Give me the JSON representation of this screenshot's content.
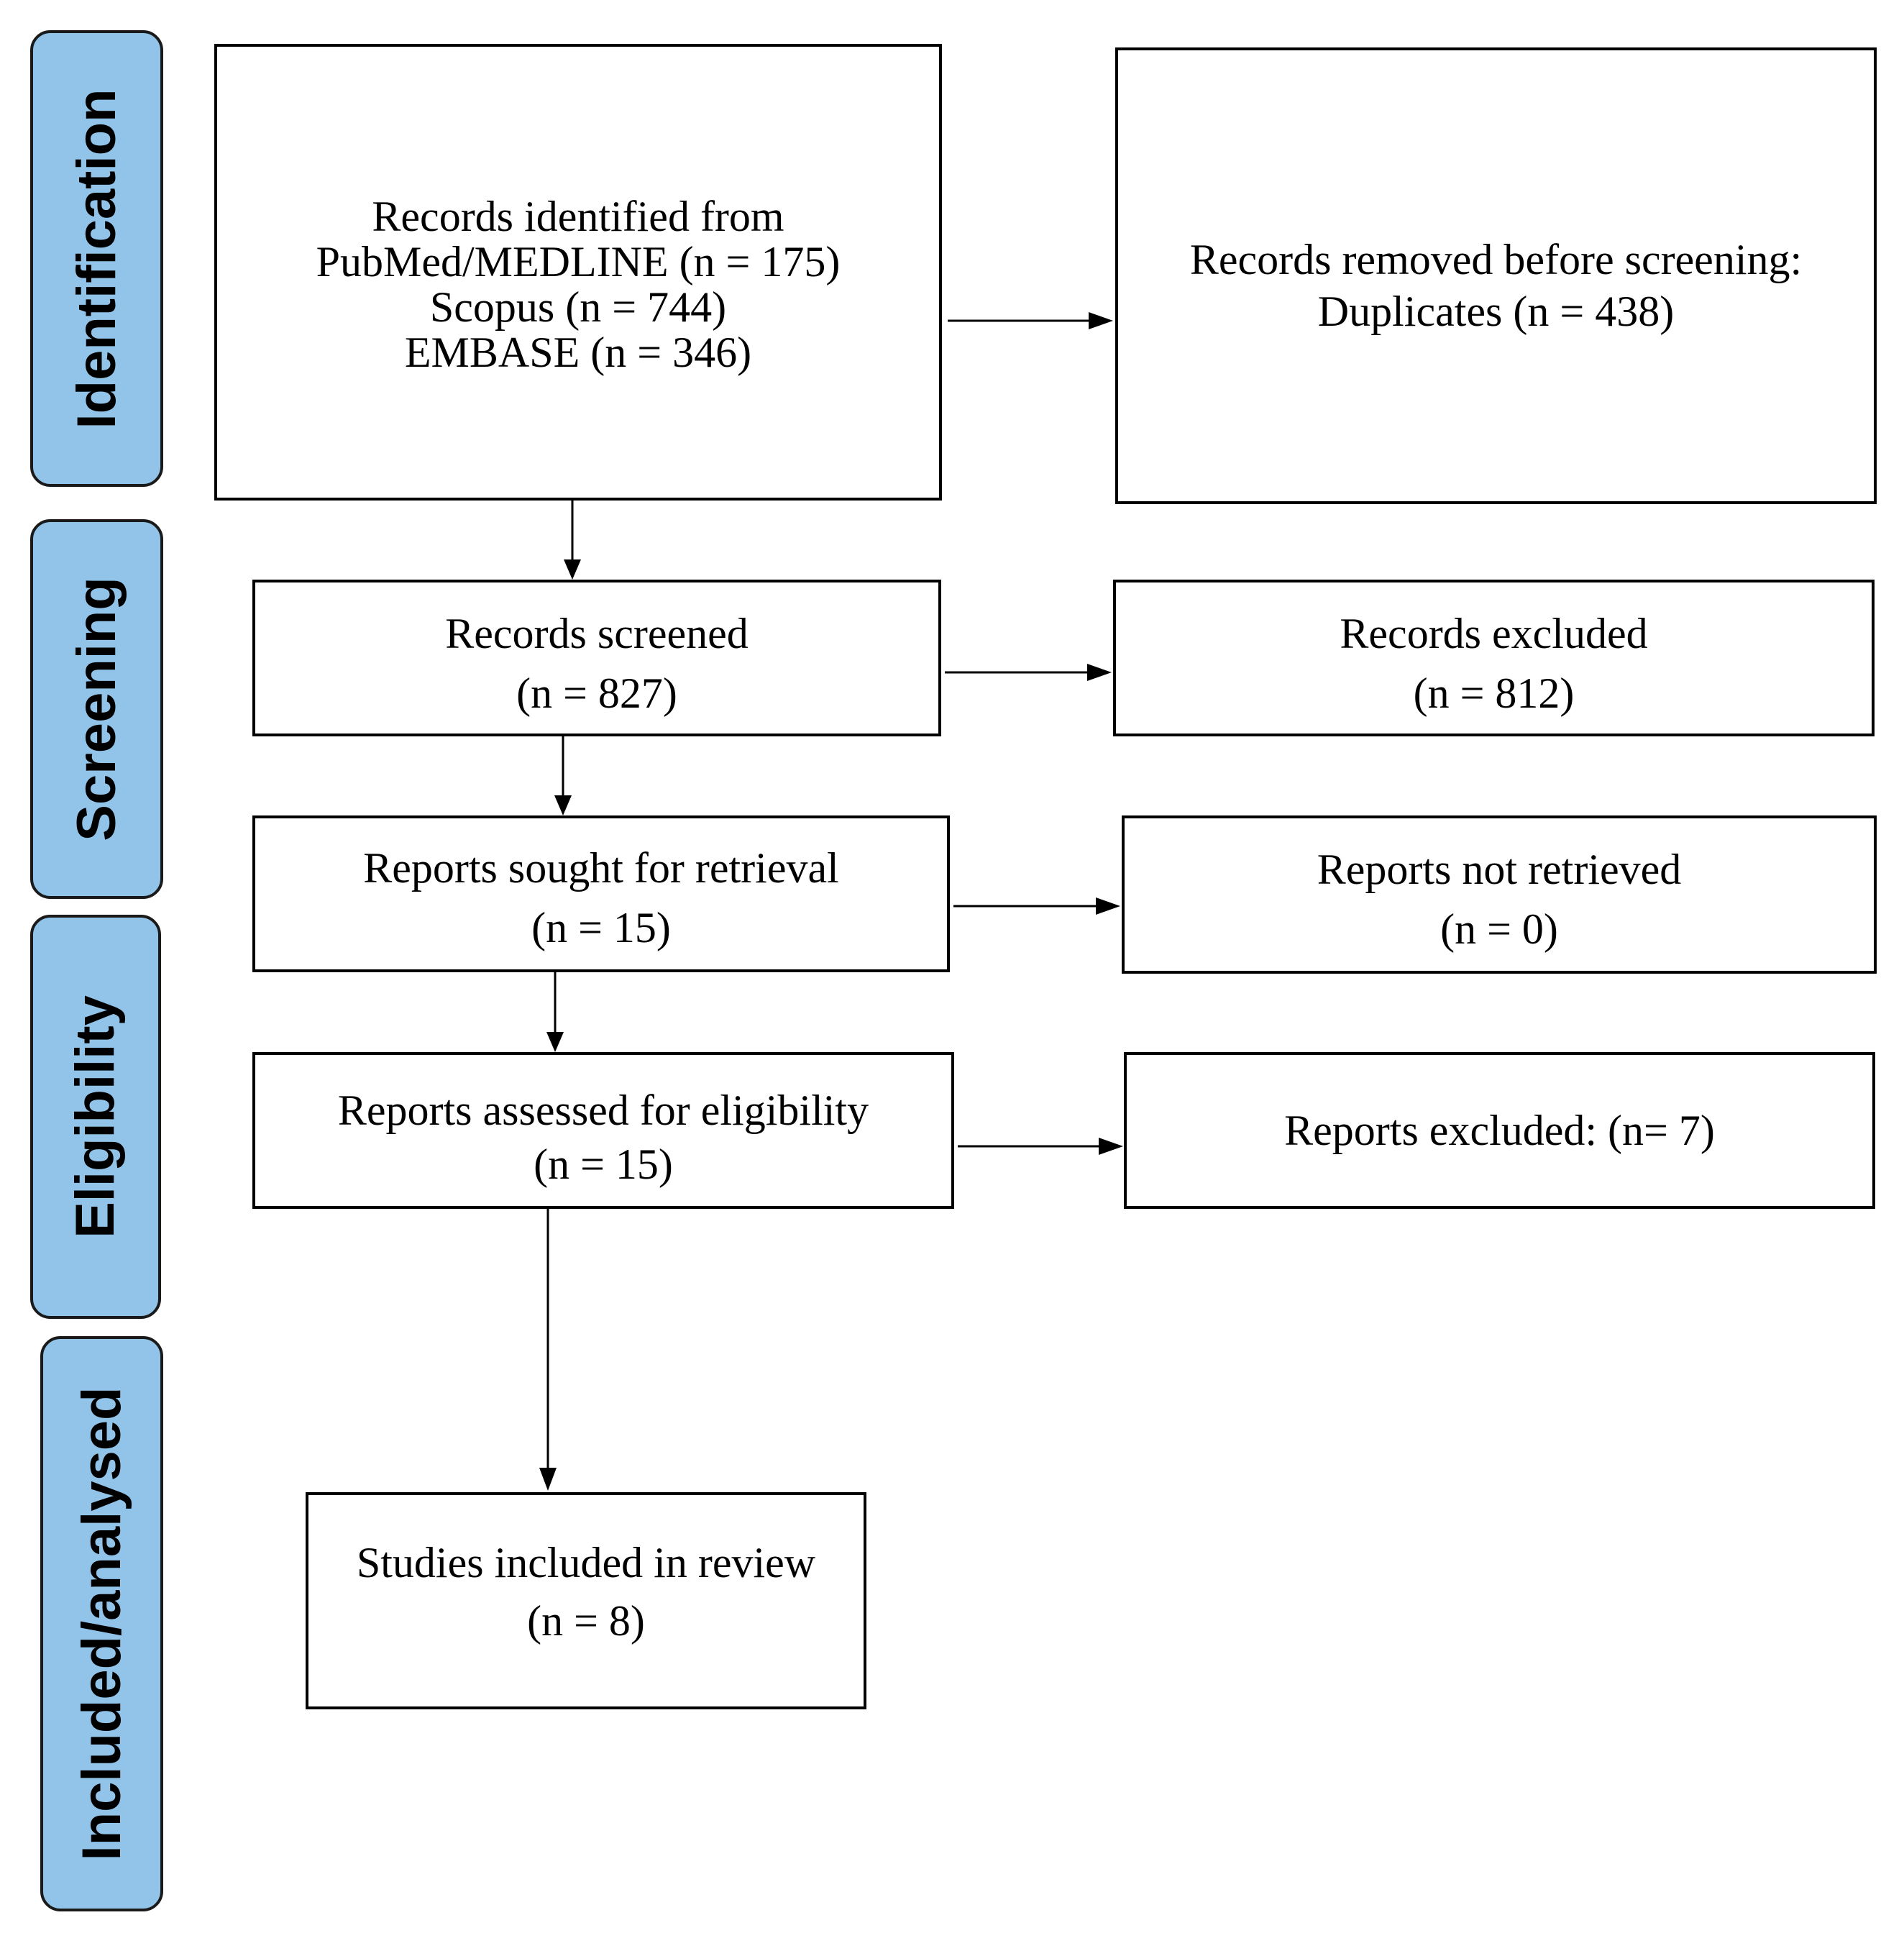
{
  "phases": {
    "identification": "Identification",
    "screening": "Screening",
    "eligibility": "Eligibility",
    "included": "Included/analysed"
  },
  "boxes": {
    "records_identified": {
      "line1": "Records identified from",
      "line2": "PubMed/MEDLINE (n = 175)",
      "line3": "Scopus (n = 744)",
      "line4": "EMBASE (n = 346)"
    },
    "records_removed": {
      "line1": "Records removed before screening:",
      "line2": "Duplicates (n = 438)"
    },
    "records_screened": {
      "line1": "Records screened",
      "line2": "(n = 827)"
    },
    "records_excluded": {
      "line1": "Records excluded",
      "line2": "(n = 812)"
    },
    "reports_sought": {
      "line1": "Reports sought for retrieval",
      "line2": "(n = 15)"
    },
    "reports_not_retrieved": {
      "line1": "Reports not retrieved",
      "line2": "(n = 0)"
    },
    "reports_assessed": {
      "line1": "Reports assessed for eligibility",
      "line2": "(n = 15)"
    },
    "reports_excluded": {
      "line1": "Reports excluded: (n= 7)"
    },
    "studies_included": {
      "line1": "Studies included in review",
      "line2": "(n = 8)"
    }
  },
  "colors": {
    "phase_fill": "#92c3e8",
    "stroke": "#000000"
  }
}
